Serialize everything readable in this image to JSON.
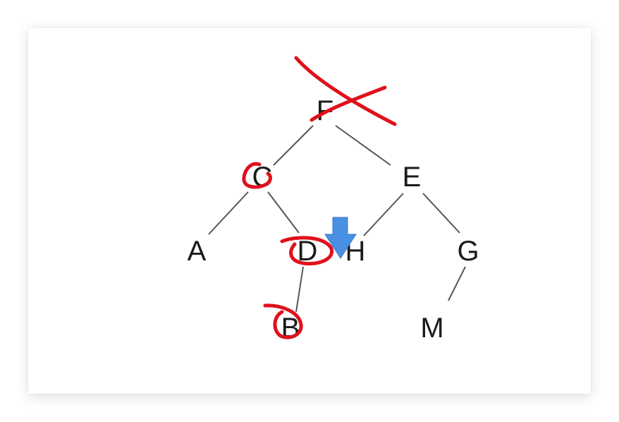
{
  "diagram": {
    "nodes": [
      {
        "id": "F",
        "label": "F"
      },
      {
        "id": "C",
        "label": "C"
      },
      {
        "id": "E",
        "label": "E"
      },
      {
        "id": "A",
        "label": "A"
      },
      {
        "id": "D",
        "label": "D"
      },
      {
        "id": "H",
        "label": "H"
      },
      {
        "id": "G",
        "label": "G"
      },
      {
        "id": "B",
        "label": "B"
      },
      {
        "id": "M",
        "label": "M"
      }
    ],
    "edges": [
      {
        "from": "F",
        "to": "C"
      },
      {
        "from": "F",
        "to": "E"
      },
      {
        "from": "C",
        "to": "A"
      },
      {
        "from": "C",
        "to": "D"
      },
      {
        "from": "E",
        "to": "H"
      },
      {
        "from": "E",
        "to": "G"
      },
      {
        "from": "D",
        "to": "B"
      },
      {
        "from": "G",
        "to": "M"
      }
    ]
  },
  "annotations": {
    "ink_color": "#e0101b",
    "arrow_color": "#4a90e2",
    "crossed_out": "F",
    "circled": [
      "C",
      "D",
      "B"
    ],
    "pointer": "down-arrow-icon"
  }
}
